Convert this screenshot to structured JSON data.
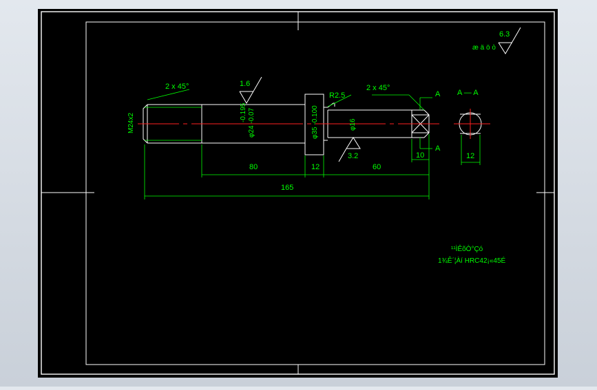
{
  "colors": {
    "background": "#000000",
    "outline": "#ffffff",
    "dimension": "#00ff00",
    "centerline": "#ff2020"
  },
  "drawing": {
    "roughness_global": "6.3",
    "roughness_global_note": "æ ä ö ò",
    "roughness_thread": "1.6",
    "roughness_bottom": "3.2",
    "chamfer_left": "2 x 45°",
    "chamfer_right": "2 x 45°",
    "fillet": "R2.5",
    "thread": "M24x2",
    "dia_shank": "φ24 -0.07",
    "dia_shank_tol2": "-0.195",
    "dia_collar": "φ35 -0.100",
    "dia_neck": "φ16",
    "len_shank": "80",
    "len_collar": "12",
    "len_neck": "60",
    "len_total": "165",
    "len_square": "10",
    "section_label_top": "A",
    "section_label_bottom": "A",
    "section_title": "A — A",
    "section_width": "12",
    "tech_note_1": "¹¹ÌÊõÒ°Çó",
    "tech_note_2": "1¾­Ê´¦Àí HRC42¡«45É"
  }
}
